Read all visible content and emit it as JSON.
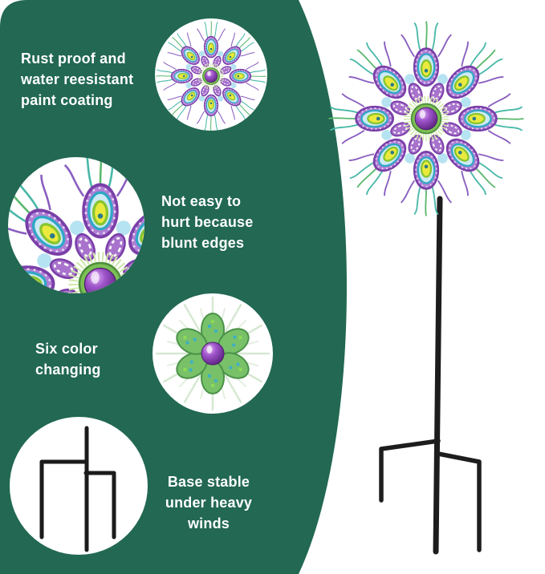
{
  "theme": {
    "panel_green": "#226852",
    "stake_black": "#1d1d1d",
    "accent_purple": "#8a3fb0",
    "accent_teal": "#35b0c5",
    "accent_yellow": "#e9e83c"
  },
  "features": [
    {
      "name": "rust-proof",
      "lines": [
        "Rust proof and",
        "water reesistant",
        "paint coating"
      ]
    },
    {
      "name": "blunt-edges",
      "lines": [
        "Not easy to",
        "hurt because",
        "blunt edges"
      ]
    },
    {
      "name": "six-color",
      "lines": [
        "Six color",
        "changing"
      ]
    },
    {
      "name": "stable-base",
      "lines": [
        "Base stable",
        "under heavy winds"
      ]
    }
  ],
  "images": [
    "wind-spinner-front-view",
    "peacock-feather-closeup",
    "color-changing-flower",
    "ground-stake-fork",
    "full-product-on-stake"
  ]
}
